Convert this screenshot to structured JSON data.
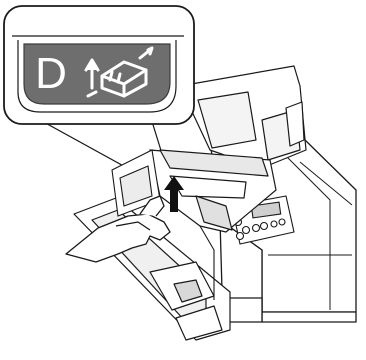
{
  "illustration": {
    "subject": "printer-cover-open-remove-unit",
    "callout": {
      "label_letter": "D",
      "icon": "remove-unit-upward-icon"
    },
    "arrow_direction": "up"
  },
  "colors": {
    "outline": "#1a1a1a",
    "label_plate": "#6e6e6e",
    "label_plate_border": "#3c3c3c",
    "label_text": "#ffffff",
    "body_fill": "#ffffff",
    "shade": "#d0d0d0"
  }
}
